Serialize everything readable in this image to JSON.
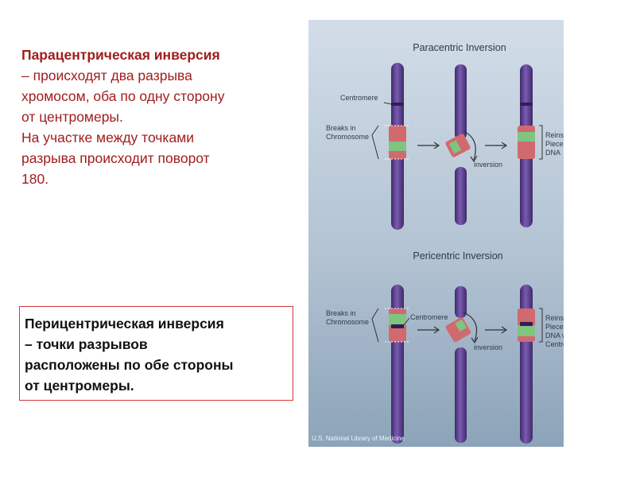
{
  "paracentric_text": {
    "title": "Парацентрическая инверсия",
    "lines": [
      "– происходят два разрыва",
      "хромосом, оба по одну сторону",
      "от центромеры.",
      "На участке между точками",
      "разрыва происходит поворот",
      "180."
    ]
  },
  "pericentric_text": {
    "lines": [
      "Перицентрическая инверсия",
      "– точки разрывов",
      "расположены по обе стороны",
      "от центромеры."
    ]
  },
  "figure": {
    "top": {
      "heading": "Paracentric Inversion",
      "label_centromere": "Centromere",
      "label_breaks": [
        "Breaks in",
        "Chromosome"
      ],
      "label_inversion": "inversion",
      "label_reinserted": [
        "Reinserted",
        "Piece of",
        "DNA"
      ]
    },
    "bottom": {
      "heading": "Pericentric Inversion",
      "label_breaks": [
        "Breaks in",
        "Chromosome"
      ],
      "label_centromere": "Centromere",
      "label_inversion": "inversion",
      "label_reinserted": [
        "Reinserted",
        "Piece of",
        "DNA with",
        "Centromere"
      ]
    },
    "credit": "U.S. National Library of Medicine",
    "colors": {
      "background_top": "#cfdbe6",
      "background_bottom": "#8ea5bb",
      "chromosome": "#5b3d8f",
      "segment_red": "#c85a64",
      "segment_green": "#7cc07c"
    }
  }
}
